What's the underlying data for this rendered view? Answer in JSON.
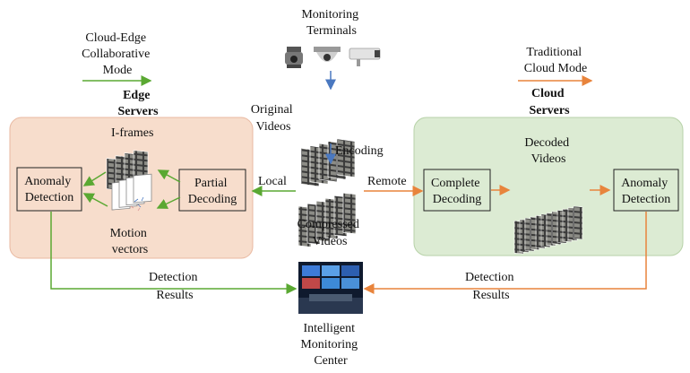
{
  "left_legend": {
    "lines": [
      "Cloud-Edge",
      "Collaborative",
      "Mode"
    ],
    "arrow_color": "#5aa832"
  },
  "right_legend": {
    "lines": [
      "Traditional",
      "Cloud Mode"
    ],
    "arrow_color": "#e8843c"
  },
  "monitoring_terminals": {
    "lines": [
      "Monitoring",
      "Terminals"
    ]
  },
  "edge_servers": {
    "lines": [
      "Edge",
      "Servers"
    ],
    "fill": "#f7ddcc",
    "border": "#e8b8a0"
  },
  "cloud_servers": {
    "lines": [
      "Cloud",
      "Servers"
    ],
    "fill": "#dcebd3",
    "border": "#b7d2a8"
  },
  "original_videos": {
    "lines": [
      "Original",
      "Videos"
    ]
  },
  "encoding": {
    "label": "Encoding"
  },
  "compressed_videos": {
    "lines": [
      "Compressed",
      "Videos"
    ]
  },
  "local": {
    "label": "Local"
  },
  "remote": {
    "label": "Remote"
  },
  "edge": {
    "iframes_label": "I-frames",
    "motion_vectors": {
      "lines": [
        "Motion",
        "vectors"
      ]
    },
    "partial_decoding": {
      "lines": [
        "Partial",
        "Decoding"
      ]
    },
    "anomaly_detection": {
      "lines": [
        "Anomaly",
        "Detection"
      ]
    }
  },
  "cloud": {
    "decoded_videos": {
      "lines": [
        "Decoded",
        "Videos"
      ]
    },
    "complete_decoding": {
      "lines": [
        "Complete",
        "Decoding"
      ]
    },
    "anomaly_detection": {
      "lines": [
        "Anomaly",
        "Detection"
      ]
    }
  },
  "detection_results_left": {
    "lines": [
      "Detection",
      "Results"
    ]
  },
  "detection_results_right": {
    "lines": [
      "Detection",
      "Results"
    ]
  },
  "center": {
    "lines": [
      "Intelligent",
      "Monitoring",
      "Center"
    ]
  },
  "colors": {
    "green": "#5aa832",
    "orange": "#e8843c",
    "blue": "#4a78c0"
  }
}
